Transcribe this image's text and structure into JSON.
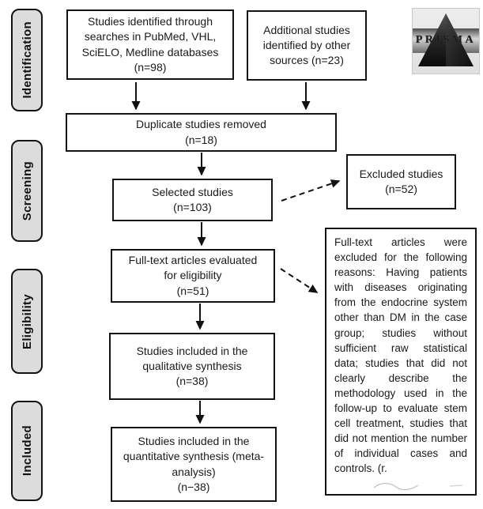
{
  "sidebar": {
    "stages": [
      {
        "label": "Identification"
      },
      {
        "label": "Screening"
      },
      {
        "label": "Eligibility"
      },
      {
        "label": "Included"
      }
    ]
  },
  "logo": {
    "label": "PRISMA"
  },
  "flow": {
    "identified": "Studies identified through\nsearches in PubMed, VHL,\nSciELO, Medline databases\n(n=98)",
    "additional": "Additional studies\nidentified by other\nsources (n=23)",
    "duplicates": "Duplicate studies removed\n(n=18)",
    "selected": "Selected studies\n(n=103)",
    "excluded": "Excluded studies\n(n=52)",
    "fulltext": "Full-text articles evaluated\nfor eligibility\n(n=51)",
    "qualitative": "Studies included in the\nqualitative synthesis\n(n=38)",
    "quantitative": "Studies included in the\nquantitative synthesis (meta-\nanalysis)\n(n−38)",
    "exclusion_reasons": "Full-text articles were excluded for the following reasons: Having patients with diseases originating from the endocrine system other than DM in the case group; studies without sufficient raw statistical data; studies that did not clearly describe the methodology used in the follow-up to evaluate stem cell treatment, studies that did not mention the number of individual cases and controls. (r."
  },
  "colors": {
    "box_border": "#141414",
    "sidebar_fill": "#dcdcdc",
    "text": "#1a1a1a",
    "background": "#ffffff"
  }
}
